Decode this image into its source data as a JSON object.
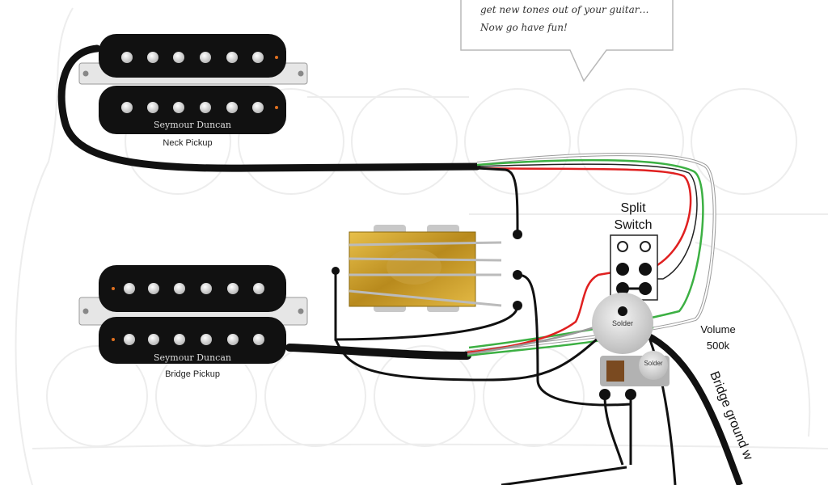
{
  "speech": {
    "line1": "get new tones out of your guitar…",
    "line2": "Now go have fun!"
  },
  "neck_pickup": {
    "brand": "Seymour Duncan",
    "caption": "Neck Pickup"
  },
  "bridge_pickup": {
    "brand": "Seymour Duncan",
    "caption": "Bridge Pickup"
  },
  "split_switch": {
    "line1": "Split",
    "line2": "Switch"
  },
  "volume": {
    "line1": "Volume",
    "line2": "500k",
    "solder_top": "Solder",
    "solder_bottom": "Solder"
  },
  "bridge_ground": "Bridge ground w",
  "colors": {
    "pickup_black": "#111111",
    "pole_white": "#f5f5f5",
    "wire_red": "#e02020",
    "wire_green": "#3cb043",
    "wire_gray": "#8a8a8a",
    "switch_gold": "#d4a92e",
    "pot_gray": "#cfcfcf"
  }
}
